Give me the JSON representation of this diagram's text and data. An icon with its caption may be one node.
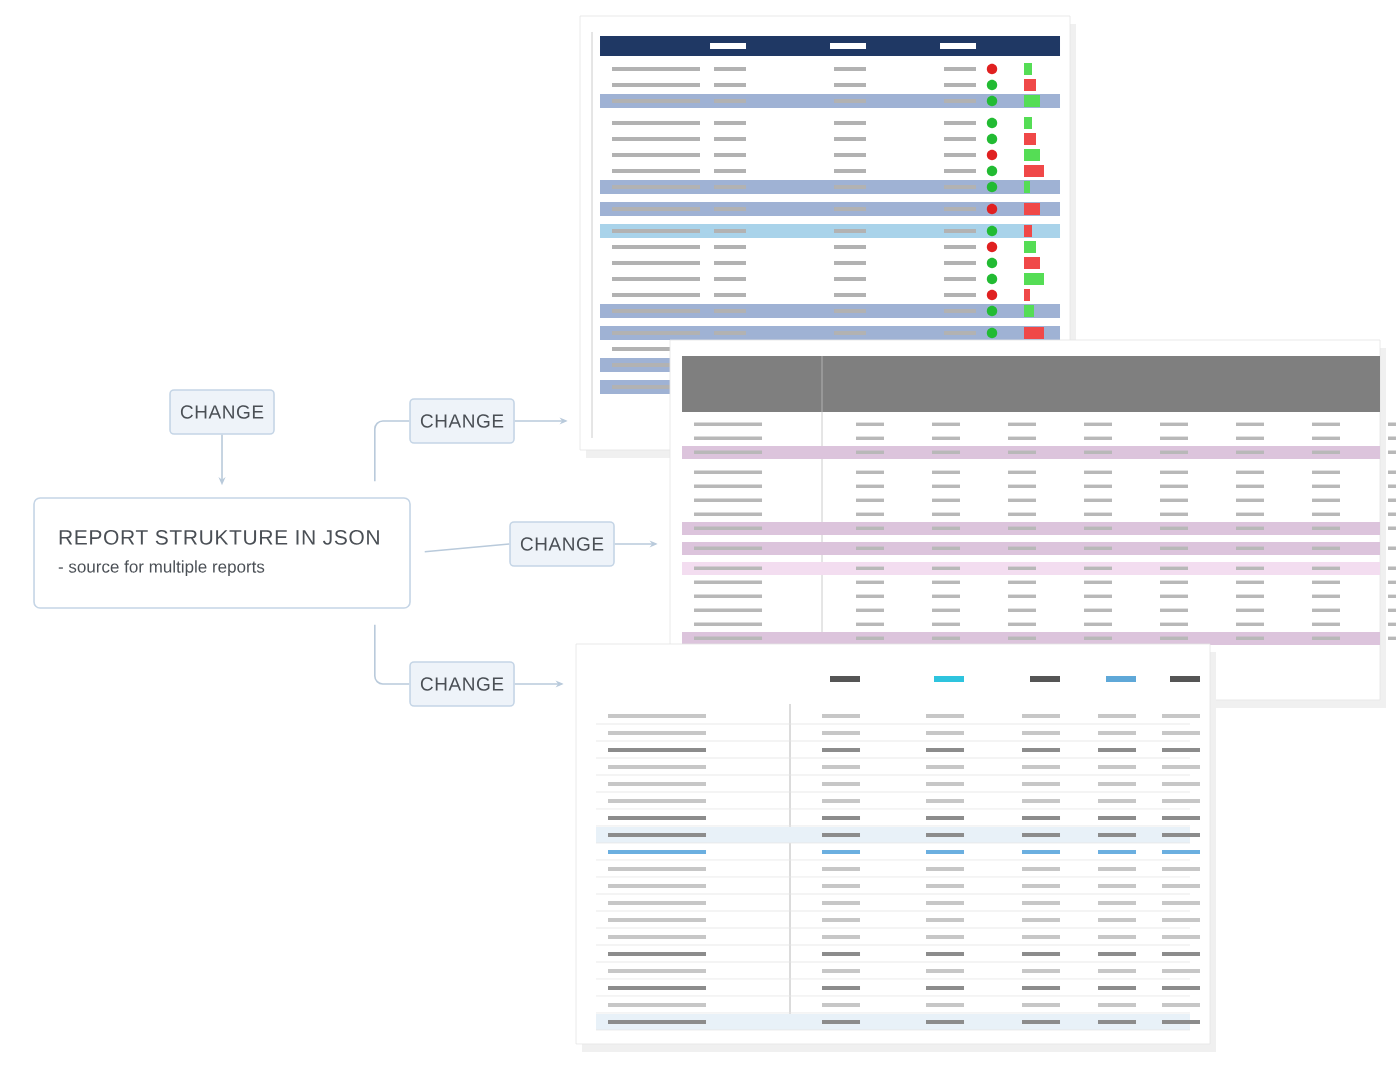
{
  "diagram": {
    "nodes": [
      {
        "text": [
          "REPORT STRUKTURE IN JSON",
          "- source for multiple reports"
        ]
      },
      {
        "text": [
          "CHANGE"
        ]
      },
      {
        "text": [
          "CHANGE"
        ]
      },
      {
        "text": [
          "CHANGE"
        ]
      },
      {
        "text": [
          "CHANGE"
        ]
      },
      {
        "text": [],
        "shape": "picture"
      },
      {
        "text": [],
        "shape": "picture"
      },
      {
        "text": [],
        "shape": "picture"
      }
    ],
    "edges": [
      {
        "from": 1,
        "to": 0,
        "arrow": "to"
      },
      {
        "from": 0,
        "to": 2,
        "arrow": "none"
      },
      {
        "from": 2,
        "to": 5,
        "arrow": "to"
      },
      {
        "from": 0,
        "to": 3,
        "arrow": "none"
      },
      {
        "from": 3,
        "to": 6,
        "arrow": "to"
      },
      {
        "from": 0,
        "to": 4,
        "arrow": "none"
      },
      {
        "from": 4,
        "to": 7,
        "arrow": "to"
      }
    ]
  }
}
